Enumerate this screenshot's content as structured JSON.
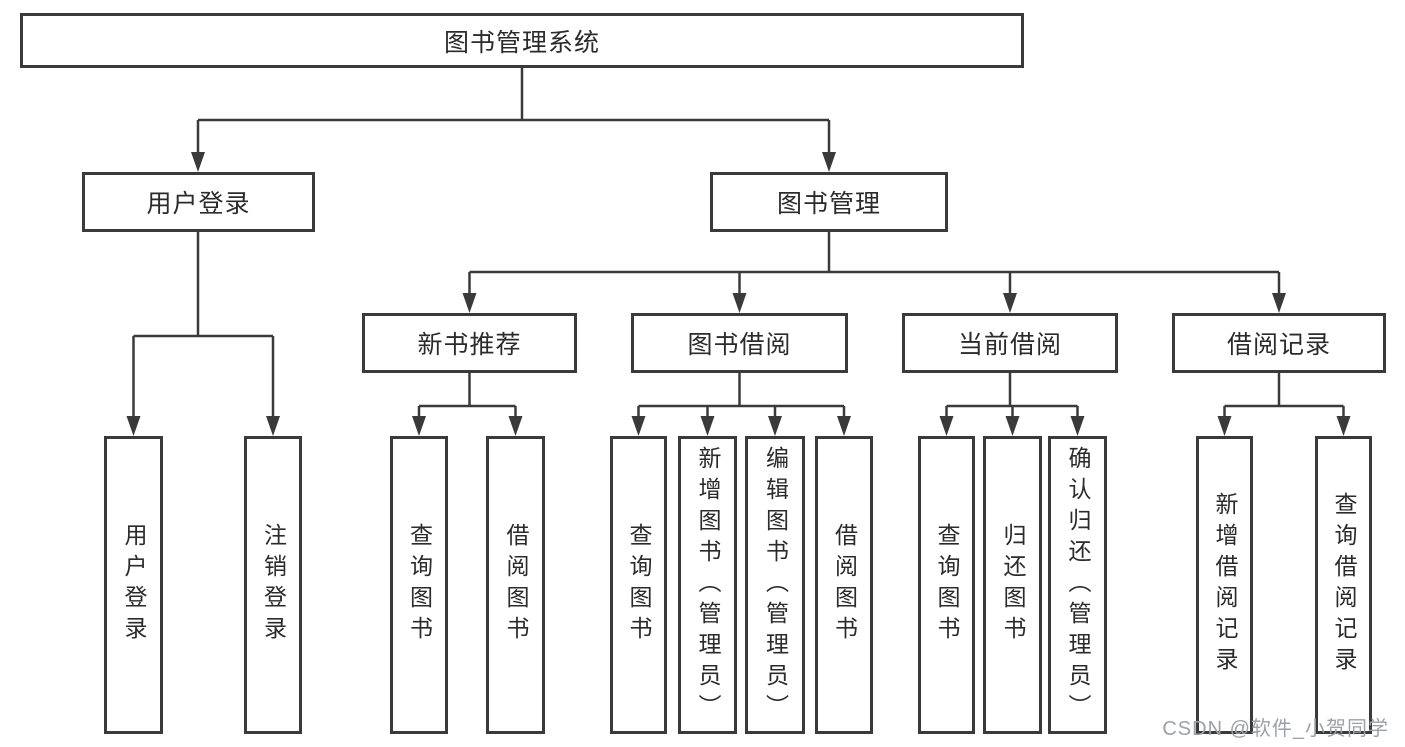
{
  "diagram": {
    "title": "图书管理系统",
    "root": {
      "label": "图书管理系统"
    },
    "level2": [
      {
        "label": "用户登录"
      },
      {
        "label": "图书管理"
      }
    ],
    "level3": [
      {
        "label": "新书推荐"
      },
      {
        "label": "图书借阅"
      },
      {
        "label": "当前借阅"
      },
      {
        "label": "借阅记录"
      }
    ],
    "leaves": {
      "user_login": [
        {
          "label": "用户登录"
        },
        {
          "label": "注销登录"
        }
      ],
      "new_book_recommend": [
        {
          "label": "查询图书"
        },
        {
          "label": "借阅图书"
        }
      ],
      "book_borrow": [
        {
          "label": "查询图书"
        },
        {
          "label": "新增图书（管理员）"
        },
        {
          "label": "编辑图书（管理员）"
        },
        {
          "label": "借阅图书"
        }
      ],
      "current_borrow": [
        {
          "label": "查询图书"
        },
        {
          "label": "归还图书"
        },
        {
          "label": "确认归还（管理员）"
        }
      ],
      "borrow_records": [
        {
          "label": "新增借阅记录"
        },
        {
          "label": "查询借阅记录"
        }
      ]
    },
    "watermark": "CSDN @软件_小贺同学",
    "colors": {
      "line": "#3a3a3a",
      "text": "#2b2b2b",
      "watermark": "#9ba1a6",
      "background": "#ffffff"
    }
  }
}
